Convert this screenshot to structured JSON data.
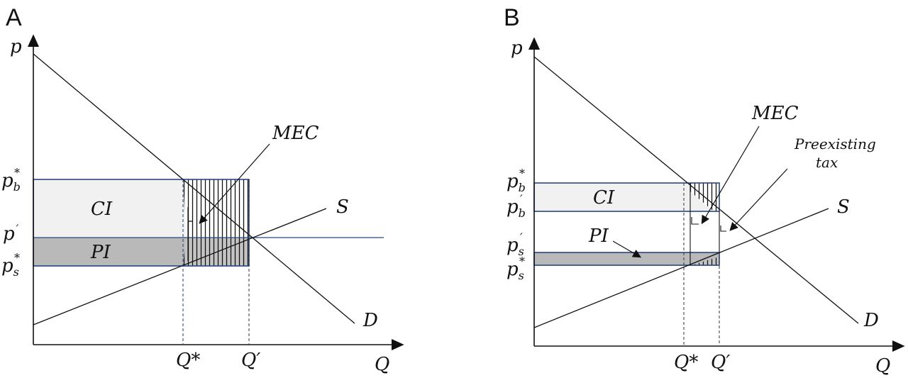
{
  "panels": [
    {
      "letter": "A",
      "axis_y": "p",
      "axis_x": "Q",
      "price_labels": [
        {
          "base": "p",
          "sub": "b",
          "sup": "*"
        },
        {
          "base": "p",
          "sub": "",
          "sup": "′"
        },
        {
          "base": "p",
          "sub": "s",
          "sup": "*"
        }
      ],
      "qty_labels": [
        "Q*",
        "Q′"
      ],
      "areas": {
        "ci": "CI",
        "pi": "PI"
      },
      "curves": {
        "supply": "S",
        "demand": "D"
      },
      "annotations": {
        "mec": "MEC"
      }
    },
    {
      "letter": "B",
      "axis_y": "p",
      "axis_x": "Q",
      "price_labels": [
        {
          "base": "p",
          "sub": "b",
          "sup": "*"
        },
        {
          "base": "p",
          "sub": "b",
          "sup": "′"
        },
        {
          "base": "p",
          "sub": "s",
          "sup": "′"
        },
        {
          "base": "p",
          "sub": "s",
          "sup": "*"
        }
      ],
      "qty_labels": [
        "Q*",
        "Q′"
      ],
      "areas": {
        "ci": "CI",
        "pi": "PI"
      },
      "curves": {
        "supply": "S",
        "demand": "D"
      },
      "annotations": {
        "mec": "MEC",
        "preexisting_line1": "Preexisting",
        "preexisting_line2": "tax"
      }
    }
  ],
  "colors": {
    "ci_fill": "#f1f1f1",
    "pi_fill": "#b9b9b9",
    "box_stroke": "#2a4680",
    "hatch_bg": "#d0d0d0"
  }
}
